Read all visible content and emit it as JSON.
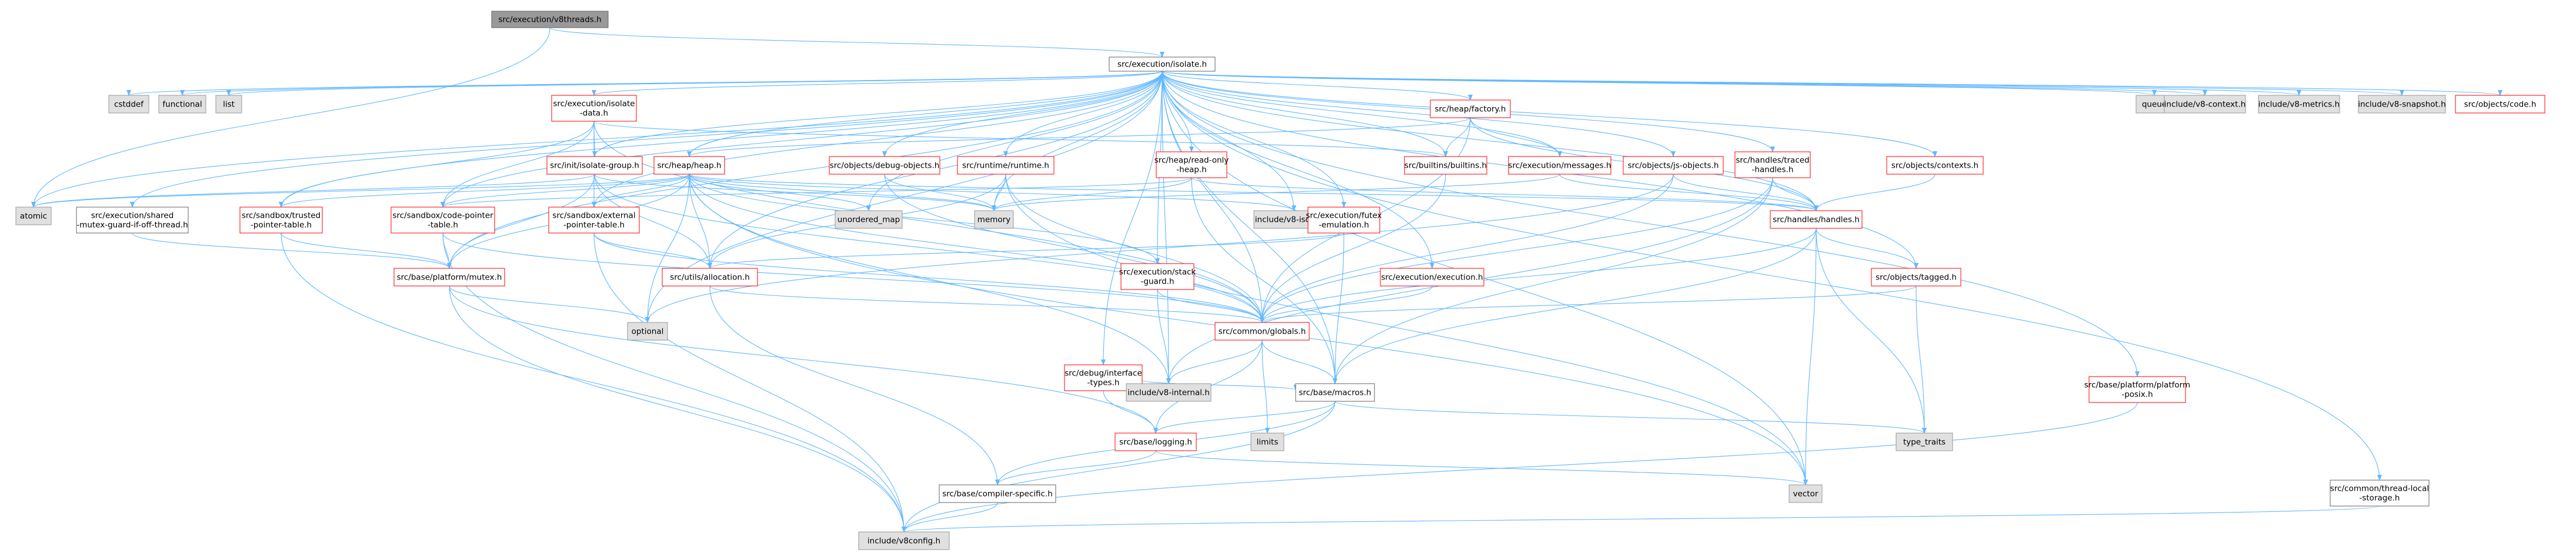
{
  "colors": {
    "edge": "#63b8ff",
    "border_red": "#ff0000",
    "border_gray": "#999999",
    "fill_gray": "#e0e0e0",
    "fill_root": "#999999",
    "fill_white": "#ffffff"
  },
  "nodes": [
    {
      "id": "root",
      "label": "src/execution/v8threads.h",
      "style": "root"
    },
    {
      "id": "isolate",
      "label": "src/execution/isolate.h",
      "style": "normal"
    },
    {
      "id": "cstddef",
      "label": "cstddef",
      "style": "system"
    },
    {
      "id": "functional",
      "label": "functional",
      "style": "system"
    },
    {
      "id": "list",
      "label": "list",
      "style": "system"
    },
    {
      "id": "iso_data",
      "label": [
        "src/execution/isolate",
        "-data.h"
      ],
      "style": "red"
    },
    {
      "id": "heap_factory",
      "label": "src/heap/factory.h",
      "style": "red"
    },
    {
      "id": "queue",
      "label": "queue",
      "style": "system"
    },
    {
      "id": "v8context",
      "label": "include/v8-context.h",
      "style": "system"
    },
    {
      "id": "v8metrics",
      "label": "include/v8-metrics.h",
      "style": "system"
    },
    {
      "id": "v8snapshot",
      "label": "include/v8-snapshot.h",
      "style": "system"
    },
    {
      "id": "objcode",
      "label": "src/objects/code.h",
      "style": "red"
    },
    {
      "id": "init_group",
      "label": "src/init/isolate-group.h",
      "style": "red"
    },
    {
      "id": "builtins",
      "label": "src/builtins/builtins.h",
      "style": "red"
    },
    {
      "id": "heapheap",
      "label": "src/heap/heap.h",
      "style": "red"
    },
    {
      "id": "debugobj",
      "label": "src/objects/debug-objects.h",
      "style": "red"
    },
    {
      "id": "runtime",
      "label": "src/runtime/runtime.h",
      "style": "red"
    },
    {
      "id": "readonly",
      "label": [
        "src/heap/read-only",
        "-heap.h"
      ],
      "style": "red"
    },
    {
      "id": "messages",
      "label": "src/execution/messages.h",
      "style": "red"
    },
    {
      "id": "jsobj",
      "label": "src/objects/js-objects.h",
      "style": "red"
    },
    {
      "id": "traced",
      "label": [
        "src/handles/traced",
        "-handles.h"
      ],
      "style": "red"
    },
    {
      "id": "contexts",
      "label": "src/objects/contexts.h",
      "style": "red"
    },
    {
      "id": "atomic",
      "label": "atomic",
      "style": "system"
    },
    {
      "id": "shared_mutex",
      "label": [
        "src/execution/shared",
        "-mutex-guard-if-off-thread.h"
      ],
      "style": "normal"
    },
    {
      "id": "sb_trusted",
      "label": [
        "src/sandbox/trusted",
        "-pointer-table.h"
      ],
      "style": "red"
    },
    {
      "id": "sb_code",
      "label": [
        "src/sandbox/code-pointer",
        "-table.h"
      ],
      "style": "red"
    },
    {
      "id": "sb_ext",
      "label": [
        "src/sandbox/external",
        "-pointer-table.h"
      ],
      "style": "red"
    },
    {
      "id": "unordered_map",
      "label": "unordered_map",
      "style": "system"
    },
    {
      "id": "memory",
      "label": "memory",
      "style": "system"
    },
    {
      "id": "v8isolate",
      "label": "include/v8-isolate.h",
      "style": "system"
    },
    {
      "id": "futex",
      "label": [
        "src/execution/futex",
        "-emulation.h"
      ],
      "style": "red"
    },
    {
      "id": "handles",
      "label": "src/handles/handles.h",
      "style": "red"
    },
    {
      "id": "mutex",
      "label": "src/base/platform/mutex.h",
      "style": "red"
    },
    {
      "id": "allocation",
      "label": "src/utils/allocation.h",
      "style": "red"
    },
    {
      "id": "stackguard",
      "label": [
        "src/execution/stack",
        "-guard.h"
      ],
      "style": "red"
    },
    {
      "id": "execution",
      "label": "src/execution/execution.h",
      "style": "red"
    },
    {
      "id": "tagged",
      "label": "src/objects/tagged.h",
      "style": "red"
    },
    {
      "id": "optional",
      "label": "optional",
      "style": "system"
    },
    {
      "id": "globals",
      "label": "src/common/globals.h",
      "style": "red"
    },
    {
      "id": "debug_iface",
      "label": [
        "src/debug/interface",
        "-types.h"
      ],
      "style": "red"
    },
    {
      "id": "v8internal",
      "label": "include/v8-internal.h",
      "style": "system"
    },
    {
      "id": "macros",
      "label": "src/base/macros.h",
      "style": "normal"
    },
    {
      "id": "posix",
      "label": [
        "src/base/platform/platform",
        "-posix.h"
      ],
      "style": "red"
    },
    {
      "id": "limits",
      "label": "limits",
      "style": "system"
    },
    {
      "id": "logging",
      "label": "src/base/logging.h",
      "style": "red"
    },
    {
      "id": "typetraits",
      "label": "type_traits",
      "style": "system"
    },
    {
      "id": "compiler",
      "label": "src/base/compiler-specific.h",
      "style": "normal"
    },
    {
      "id": "vector",
      "label": "vector",
      "style": "system"
    },
    {
      "id": "threadlocal",
      "label": [
        "src/common/thread-local",
        "-storage.h"
      ],
      "style": "normal"
    },
    {
      "id": "v8config",
      "label": "include/v8config.h",
      "style": "system"
    }
  ],
  "edges": [
    [
      "root",
      "isolate"
    ],
    [
      "root",
      "atomic"
    ],
    [
      "isolate",
      "cstddef"
    ],
    [
      "isolate",
      "functional"
    ],
    [
      "isolate",
      "list"
    ],
    [
      "isolate",
      "iso_data"
    ],
    [
      "isolate",
      "heap_factory"
    ],
    [
      "isolate",
      "queue"
    ],
    [
      "isolate",
      "v8context"
    ],
    [
      "isolate",
      "v8metrics"
    ],
    [
      "isolate",
      "v8snapshot"
    ],
    [
      "isolate",
      "objcode"
    ],
    [
      "isolate",
      "init_group"
    ],
    [
      "isolate",
      "builtins"
    ],
    [
      "isolate",
      "heapheap"
    ],
    [
      "isolate",
      "debugobj"
    ],
    [
      "isolate",
      "runtime"
    ],
    [
      "isolate",
      "readonly"
    ],
    [
      "isolate",
      "messages"
    ],
    [
      "isolate",
      "jsobj"
    ],
    [
      "isolate",
      "traced"
    ],
    [
      "isolate",
      "contexts"
    ],
    [
      "isolate",
      "atomic"
    ],
    [
      "isolate",
      "shared_mutex"
    ],
    [
      "isolate",
      "sb_trusted"
    ],
    [
      "isolate",
      "sb_code"
    ],
    [
      "isolate",
      "sb_ext"
    ],
    [
      "isolate",
      "unordered_map"
    ],
    [
      "isolate",
      "memory"
    ],
    [
      "isolate",
      "v8isolate"
    ],
    [
      "isolate",
      "futex"
    ],
    [
      "isolate",
      "handles"
    ],
    [
      "isolate",
      "mutex"
    ],
    [
      "isolate",
      "allocation"
    ],
    [
      "isolate",
      "stackguard"
    ],
    [
      "isolate",
      "execution"
    ],
    [
      "isolate",
      "tagged"
    ],
    [
      "isolate",
      "optional"
    ],
    [
      "isolate",
      "globals"
    ],
    [
      "isolate",
      "debug_iface"
    ],
    [
      "isolate",
      "v8internal"
    ],
    [
      "isolate",
      "macros"
    ],
    [
      "isolate",
      "posix"
    ],
    [
      "isolate",
      "vector"
    ],
    [
      "isolate",
      "threadlocal"
    ],
    [
      "iso_data",
      "init_group"
    ],
    [
      "iso_data",
      "builtins"
    ],
    [
      "iso_data",
      "sb_trusted"
    ],
    [
      "iso_data",
      "sb_code"
    ],
    [
      "iso_data",
      "sb_ext"
    ],
    [
      "iso_data",
      "globals"
    ],
    [
      "heap_factory",
      "heapheap"
    ],
    [
      "heap_factory",
      "builtins"
    ],
    [
      "heap_factory",
      "messages"
    ],
    [
      "heap_factory",
      "handles"
    ],
    [
      "heap_factory",
      "globals"
    ],
    [
      "init_group",
      "atomic"
    ],
    [
      "init_group",
      "memory"
    ],
    [
      "init_group",
      "mutex"
    ],
    [
      "init_group",
      "allocation"
    ],
    [
      "init_group",
      "globals"
    ],
    [
      "builtins",
      "globals"
    ],
    [
      "heapheap",
      "atomic"
    ],
    [
      "heapheap",
      "sb_trusted"
    ],
    [
      "heapheap",
      "sb_code"
    ],
    [
      "heapheap",
      "sb_ext"
    ],
    [
      "heapheap",
      "unordered_map"
    ],
    [
      "heapheap",
      "memory"
    ],
    [
      "heapheap",
      "v8isolate"
    ],
    [
      "heapheap",
      "mutex"
    ],
    [
      "heapheap",
      "allocation"
    ],
    [
      "heapheap",
      "optional"
    ],
    [
      "heapheap",
      "globals"
    ],
    [
      "heapheap",
      "v8internal"
    ],
    [
      "heapheap",
      "handles"
    ],
    [
      "heapheap",
      "vector"
    ],
    [
      "heapheap",
      "stackguard"
    ],
    [
      "debugobj",
      "memory"
    ],
    [
      "debugobj",
      "globals"
    ],
    [
      "runtime",
      "memory"
    ],
    [
      "runtime",
      "allocation"
    ],
    [
      "runtime",
      "globals"
    ],
    [
      "runtime",
      "vector"
    ],
    [
      "readonly",
      "memory"
    ],
    [
      "readonly",
      "sb_code"
    ],
    [
      "readonly",
      "macros"
    ],
    [
      "readonly",
      "handles"
    ],
    [
      "messages",
      "memory"
    ],
    [
      "messages",
      "handles"
    ],
    [
      "jsobj",
      "handles"
    ],
    [
      "jsobj",
      "globals"
    ],
    [
      "jsobj",
      "optional"
    ],
    [
      "traced",
      "handles"
    ],
    [
      "traced",
      "globals"
    ],
    [
      "traced",
      "macros"
    ],
    [
      "traced",
      "v8internal"
    ],
    [
      "contexts",
      "handles"
    ],
    [
      "shared_mutex",
      "mutex"
    ],
    [
      "sb_trusted",
      "mutex"
    ],
    [
      "sb_trusted",
      "v8config"
    ],
    [
      "sb_code",
      "mutex"
    ],
    [
      "sb_code",
      "globals"
    ],
    [
      "sb_code",
      "v8config"
    ],
    [
      "sb_ext",
      "allocation"
    ],
    [
      "sb_ext",
      "globals"
    ],
    [
      "sb_ext",
      "v8config"
    ],
    [
      "futex",
      "allocation"
    ],
    [
      "futex",
      "macros"
    ],
    [
      "handles",
      "tagged"
    ],
    [
      "handles",
      "globals"
    ],
    [
      "handles",
      "macros"
    ],
    [
      "handles",
      "vector"
    ],
    [
      "handles",
      "typetraits"
    ],
    [
      "mutex",
      "optional"
    ],
    [
      "mutex",
      "logging"
    ],
    [
      "mutex",
      "v8config"
    ],
    [
      "allocation",
      "globals"
    ],
    [
      "allocation",
      "compiler"
    ],
    [
      "stackguard",
      "globals"
    ],
    [
      "stackguard",
      "v8internal"
    ],
    [
      "execution",
      "globals"
    ],
    [
      "tagged",
      "globals"
    ],
    [
      "tagged",
      "typetraits"
    ],
    [
      "globals",
      "v8internal"
    ],
    [
      "globals",
      "macros"
    ],
    [
      "globals",
      "limits"
    ],
    [
      "globals",
      "logging"
    ],
    [
      "debug_iface",
      "logging"
    ],
    [
      "debug_iface",
      "macros"
    ],
    [
      "macros",
      "logging"
    ],
    [
      "macros",
      "compiler"
    ],
    [
      "macros",
      "v8config"
    ],
    [
      "macros",
      "typetraits"
    ],
    [
      "logging",
      "compiler"
    ],
    [
      "logging",
      "vector"
    ],
    [
      "compiler",
      "v8config"
    ],
    [
      "posix",
      "v8config"
    ],
    [
      "threadlocal",
      "v8config"
    ]
  ]
}
